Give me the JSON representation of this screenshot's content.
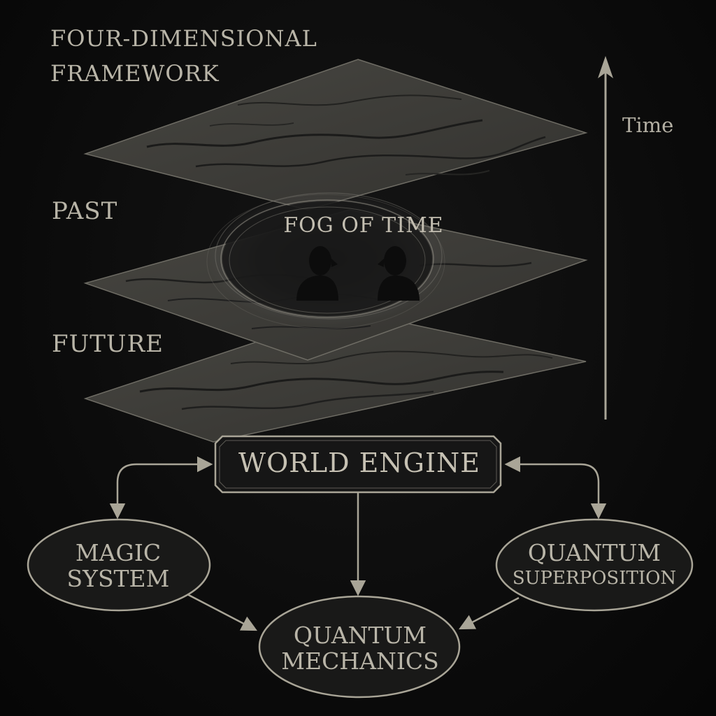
{
  "title": "FOUR-DIMENSIONAL FRAMEWORK",
  "layers": {
    "past_label": "PAST",
    "future_label": "FUTURE"
  },
  "time_axis": {
    "label": "Time",
    "direction": "up"
  },
  "fog": {
    "label": "FOG OF TIME",
    "figure_count": 2
  },
  "world_engine": {
    "label": "WORLD ENGINE"
  },
  "nodes": {
    "magic_system": {
      "line1": "MAGIC",
      "line2": "SYSTEM"
    },
    "quantum_superposition": {
      "line1": "QUANTUM",
      "line2": "SUPERPOSITION"
    },
    "quantum_mechanics": {
      "line1": "QUANTUM",
      "line2": "MECHANICS"
    }
  },
  "colors": {
    "background": "#0a0a0a",
    "plane_fill": "#3a3936",
    "line": "#a9a597",
    "text": "#b9b5a8"
  }
}
